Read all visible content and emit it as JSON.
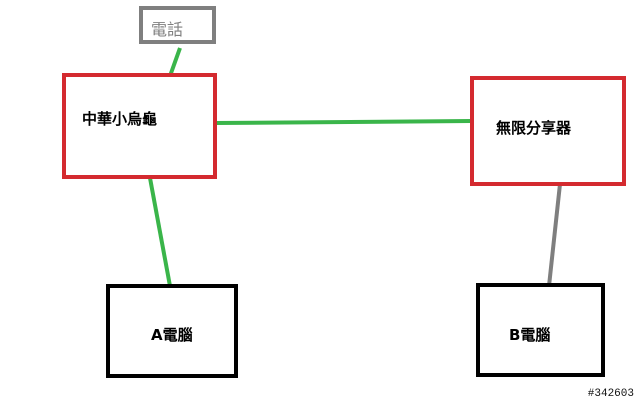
{
  "nodes": {
    "phone": "電話",
    "modem": "中華小烏龜",
    "router": "無限分享器",
    "pc_a": "A電腦",
    "pc_b": "B電腦"
  },
  "colors": {
    "phone_border": "#7f7f7f",
    "device_border": "#d42a2f",
    "computer_border": "#000000",
    "wired_link": "#3ab54a",
    "wireless_link": "#7f7f7f"
  },
  "watermark": "#342603"
}
